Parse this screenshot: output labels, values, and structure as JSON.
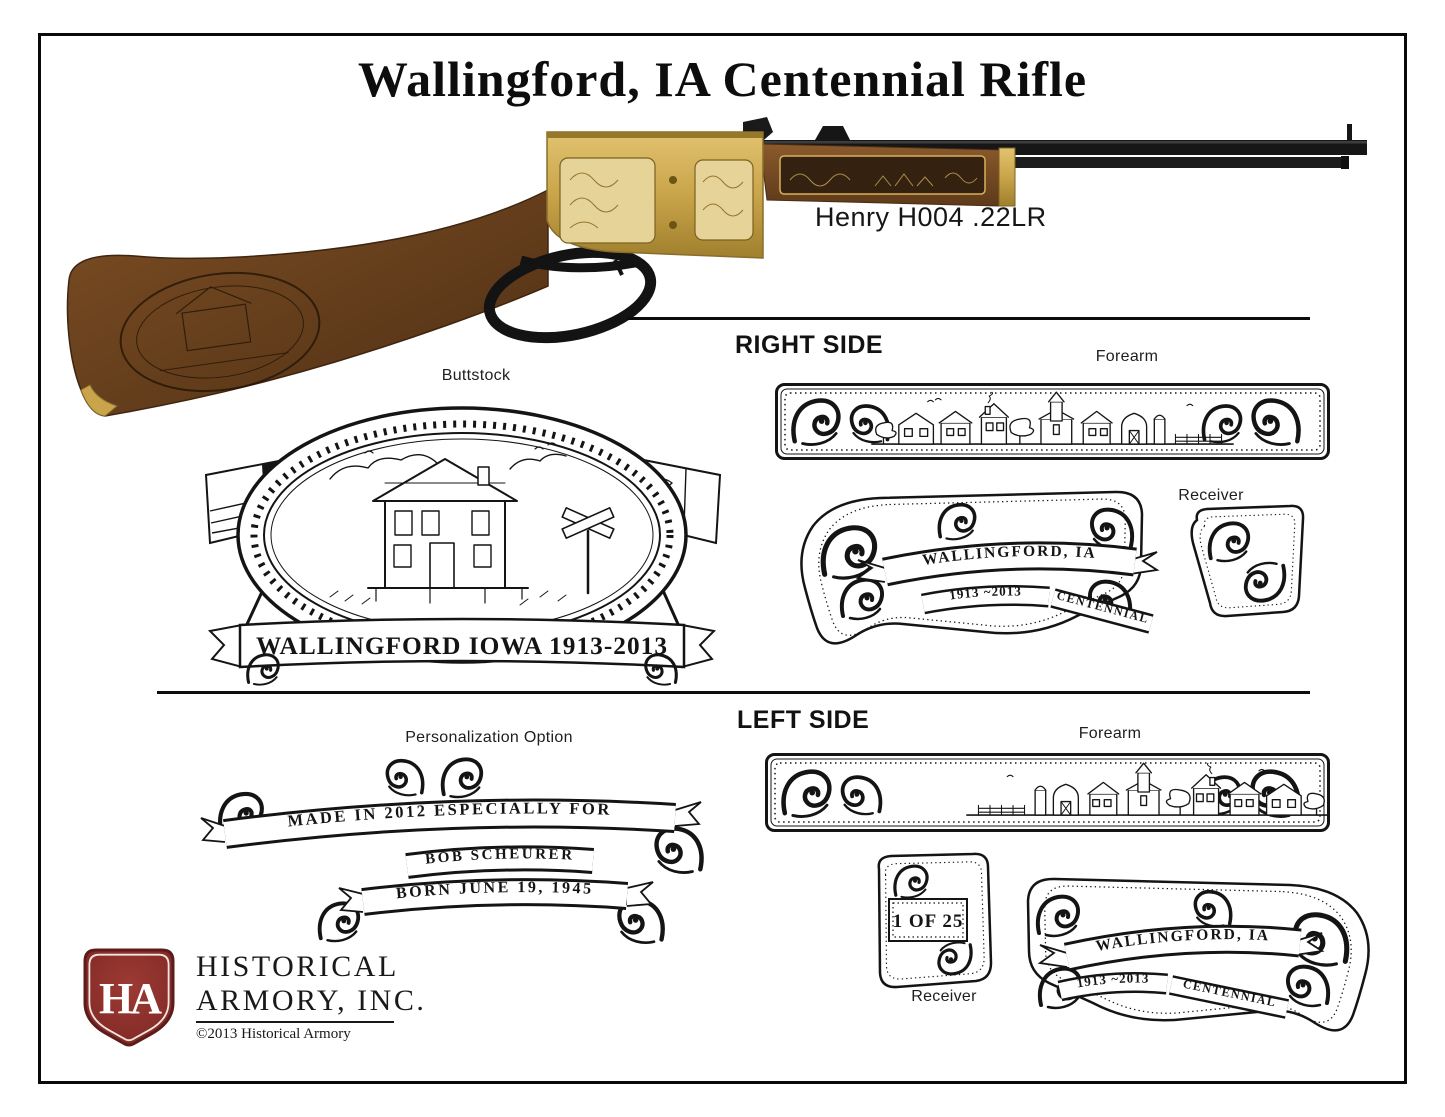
{
  "title": "Wallingford, IA Centennial Rifle",
  "rifle": {
    "model": "Henry H004 .22LR"
  },
  "right_side": {
    "heading": "RIGHT SIDE",
    "buttstock_label": "Buttstock",
    "forearm_label": "Forearm",
    "receiver_label": "Receiver"
  },
  "left_side": {
    "heading": "LEFT SIDE",
    "personalization_label": "Personalization Option",
    "forearm_label": "Forearm",
    "receiver_label": "Receiver"
  },
  "engraving": {
    "buttstock_banner": "WALLINGFORD IOWA 1913-2013",
    "city": "WALLINGFORD, IA",
    "years": "1913 ~2013",
    "centennial": "CENTENNIAL",
    "edition": "1 OF 25",
    "personalization": {
      "line1": "MADE IN 2012 ESPECIALLY FOR",
      "line2": "BOB SCHEURER",
      "line3": "BORN JUNE 19, 1945"
    }
  },
  "footer": {
    "monogram": "HA",
    "company_line1": "HISTORICAL",
    "company_line2": "ARMORY, INC.",
    "copyright": "©2013 Historical Armory"
  },
  "colors": {
    "ink": "#141414",
    "logo_red": "#8a2f2b",
    "brass": "#c9a44a",
    "wood": "#7a4a22"
  }
}
